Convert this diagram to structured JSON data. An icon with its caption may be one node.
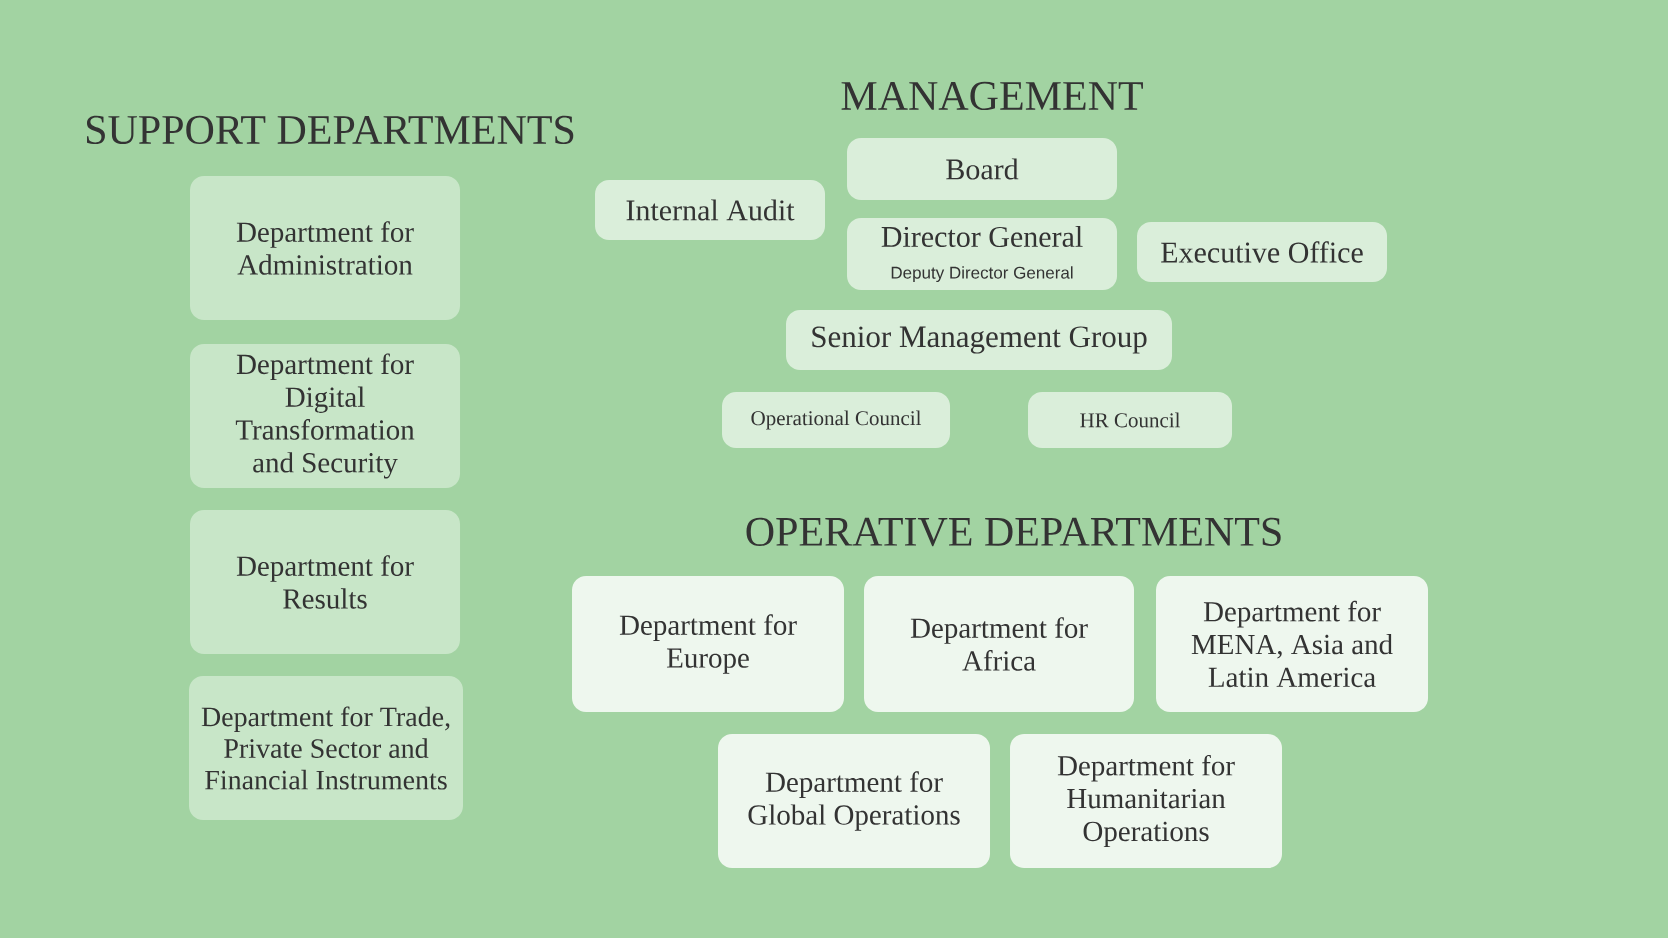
{
  "diagram": {
    "nodes": [
      {
        "text": [
          "Department for Administration"
        ]
      },
      {
        "text": [
          "Department for Digital Transformation and Security"
        ]
      },
      {
        "text": [
          "Department for Results"
        ]
      },
      {
        "text": [
          "Department for Trade, Private Sector and Financial Instruments"
        ]
      },
      {
        "text": [
          "Board"
        ]
      },
      {
        "text": [
          "Internal Audit"
        ]
      },
      {
        "text": [
          "Director General",
          "Deputy Director General"
        ]
      },
      {
        "text": [
          "Executive Office"
        ]
      },
      {
        "text": [
          "Senior Management Group"
        ]
      },
      {
        "text": [
          "Operational Council"
        ]
      },
      {
        "text": [
          "HR Council"
        ]
      },
      {
        "text": [
          "Department for Europe"
        ]
      },
      {
        "text": [
          "Department for Africa"
        ]
      },
      {
        "text": [
          "Department for MENA, Asia and Latin America"
        ]
      },
      {
        "text": [
          "Department for Global Operations"
        ]
      },
      {
        "text": [
          "Department for Humanitarian Operations"
        ]
      }
    ],
    "labels": [
      "SUPPORT DEPARTMENTS",
      "MANAGEMENT",
      "OPERATIVE DEPARTMENTS"
    ]
  }
}
